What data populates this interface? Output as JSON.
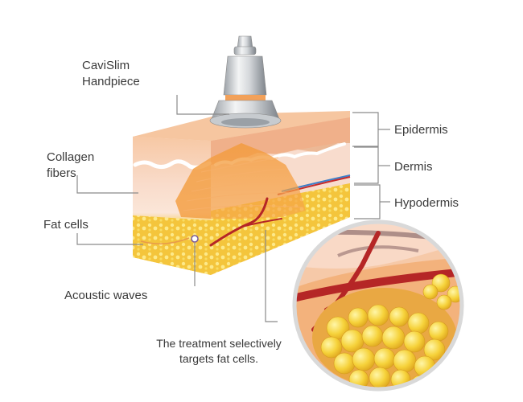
{
  "labels": {
    "handpiece_line1": "CaviSlim",
    "handpiece_line2": "Handpiece",
    "collagen_line1": "Collagen",
    "collagen_line2": "fibers",
    "fat_cells": "Fat cells",
    "acoustic_waves": "Acoustic waves",
    "epidermis": "Epidermis",
    "dermis": "Dermis",
    "hypodermis": "Hypodermis"
  },
  "caption": {
    "line1": "The treatment selectively",
    "line2": "targets fat cells."
  },
  "colors": {
    "skin_top": "#f6c9a6",
    "epidermis": "#f4b58c",
    "dermis": "#f8d9c8",
    "fat": "#f5c53a",
    "fat_light": "#fde27a",
    "acoustic": "#f08a2a",
    "vessel": "#b02020",
    "leader": "#8a8a8a"
  },
  "icons": [
    "ultrasound-handpiece",
    "skin-block",
    "magnifier-circle"
  ]
}
